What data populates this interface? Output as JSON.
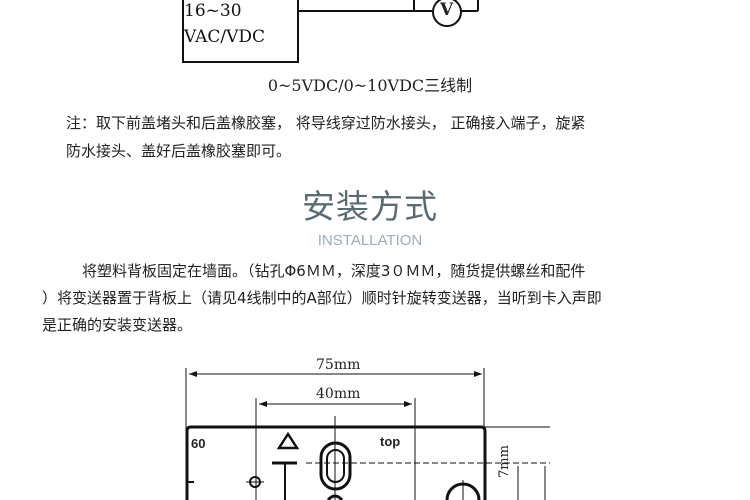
{
  "wiring": {
    "power_line1": "16~30",
    "power_line2": "VAC/VDC",
    "meter_symbol": "V",
    "caption": "0~5VDC/0~10VDC三线制"
  },
  "note": {
    "line1": "注：取下前盖堵头和后盖橡胶塞， 将导线穿过防水接头， 正确接入端子，旋紧",
    "line2": "防水接头、盖好后盖橡胶塞即可。"
  },
  "installation": {
    "title": "安装方式",
    "subtitle": "INSTALLATION",
    "para_line1": "将塑料背板固定在墙面。（钻孔Φ6ＭＭ，深度3０ＭＭ，随货提供螺丝和配件",
    "para_line2": "）将变送器置于背板上（请见4线制中的A部位）顺时针旋转变送器，当听到卡入声即",
    "para_line3": "是正确的安装变送器。"
  },
  "dimension_drawing": {
    "width_label": "75mm",
    "hole_spacing_label": "40mm",
    "edge_label": "60",
    "top_label": "top",
    "offset_label": "7mm"
  }
}
